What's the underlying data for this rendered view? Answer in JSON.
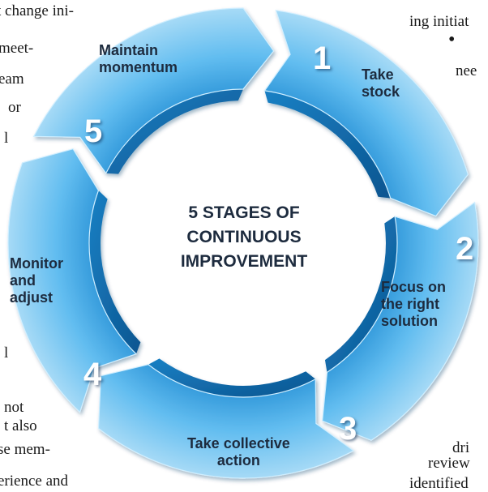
{
  "background_text": {
    "left": [
      "t change ini-",
      "meet-",
      "eam",
      "or",
      "l",
      "l",
      "not",
      "t also",
      "se mem-",
      "erience and"
    ],
    "right": [
      "ing initiat",
      "•",
      "nee",
      "dri",
      "review",
      "identified"
    ]
  },
  "center_title": "5 STAGES OF\nCONTINUOUS\nIMPROVEMENT",
  "stages": [
    {
      "number": "1",
      "label": "Take\nstock"
    },
    {
      "number": "2",
      "label": "Focus on\nthe right\nsolution"
    },
    {
      "number": "3",
      "label": "Take collective\naction"
    },
    {
      "number": "4",
      "label": "Monitor\nand\nadjust"
    },
    {
      "number": "5",
      "label": "Maintain\nmomentum"
    }
  ],
  "colors": {
    "arrow_light": "#a6daf6",
    "arrow_mid": "#3aa5e3",
    "arrow_dark": "#1371b4",
    "text_dark": "#1d2b3e"
  }
}
